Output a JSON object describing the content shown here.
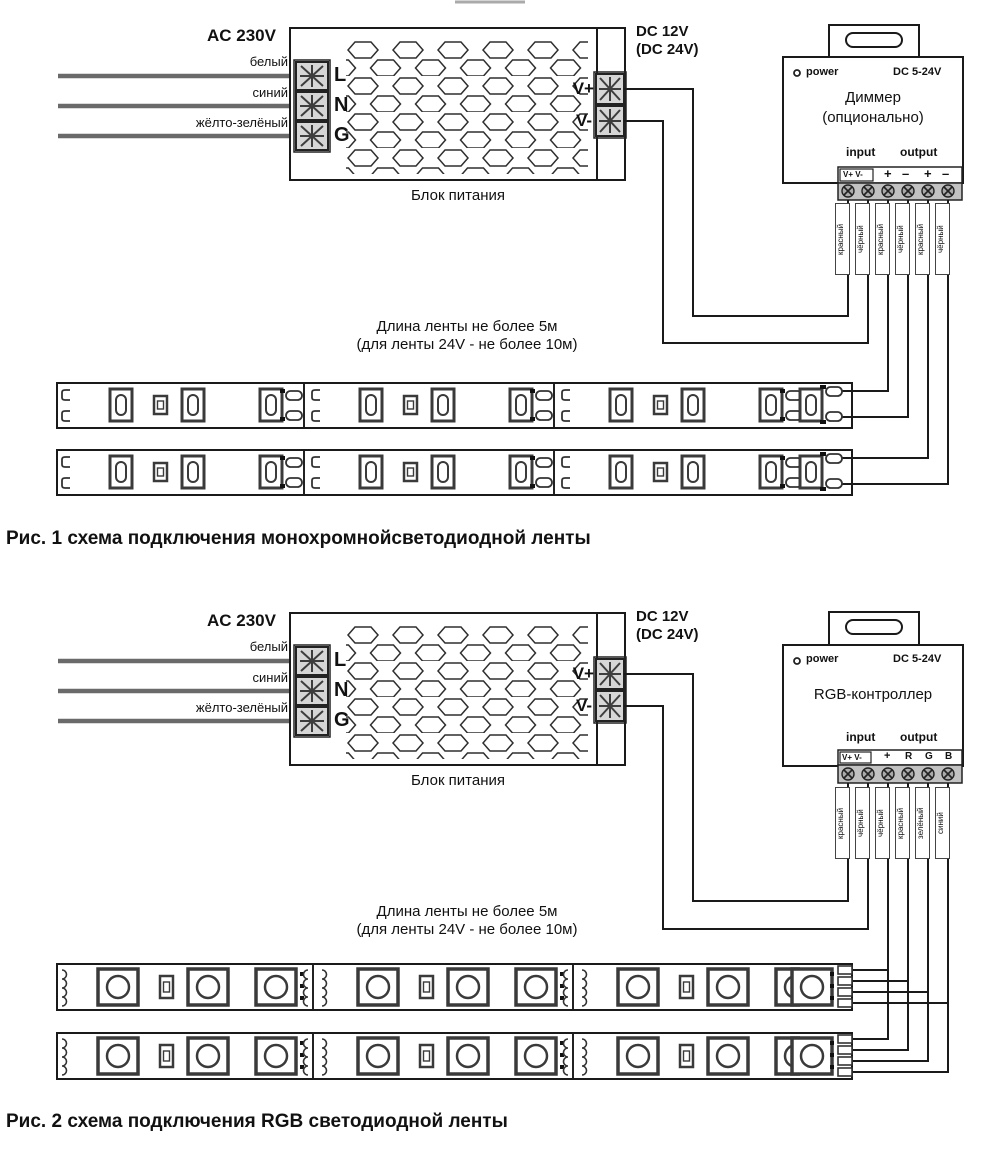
{
  "page": {
    "background": "#ffffff",
    "line_color": "#1a1a1a"
  },
  "figure1": {
    "psu": {
      "ac_label": "AC 230V",
      "dc_label_line1": "DC 12V",
      "dc_label_line2": "(DC 24V)",
      "caption": "Блок питания",
      "wire_labels": [
        "белый",
        "синий",
        "жёлто-зелёный"
      ],
      "input_terminals": [
        "L",
        "N",
        "G"
      ],
      "output_terminals": [
        "V+",
        "V-"
      ]
    },
    "strip_note": {
      "line1": "Длина ленты не более 5м",
      "line2": "(для ленты 24V - не более 10м)"
    },
    "dimmer": {
      "power_label": "power",
      "voltage_range": "DC 5-24V",
      "title_line1": "Диммер",
      "title_line2": "(опционально)",
      "input_label": "input",
      "output_label": "output",
      "input_terminal_label": "V+ V-",
      "output_terminal_labels": [
        "+",
        "–",
        "+",
        "–"
      ],
      "wire_color_labels": [
        "красный",
        "чёрный",
        "красный",
        "чёрный",
        "красный",
        "чёрный"
      ]
    },
    "caption": "Рис. 1 схема подключения монохромнойсветодиодной ленты"
  },
  "figure2": {
    "psu": {
      "ac_label": "AC 230V",
      "dc_label_line1": "DC 12V",
      "dc_label_line2": "(DC 24V)",
      "caption": "Блок питания",
      "wire_labels": [
        "белый",
        "синий",
        "жёлто-зелёный"
      ],
      "input_terminals": [
        "L",
        "N",
        "G"
      ],
      "output_terminals": [
        "V+",
        "V-"
      ]
    },
    "strip_note": {
      "line1": "Длина ленты не более 5м",
      "line2": "(для ленты 24V - не более 10м)"
    },
    "controller": {
      "power_label": "power",
      "voltage_range": "DC 5-24V",
      "title": "RGB-контроллер",
      "input_label": "input",
      "output_label": "output",
      "input_terminal_label": "V+ V-",
      "output_terminal_labels": [
        "+",
        "R",
        "G",
        "B"
      ],
      "wire_color_labels": [
        "красный",
        "чёрный",
        "чёрный",
        "красный",
        "зелёный",
        "синий"
      ]
    },
    "caption": "Рис. 2 схема подключения RGB светодиодной ленты"
  }
}
